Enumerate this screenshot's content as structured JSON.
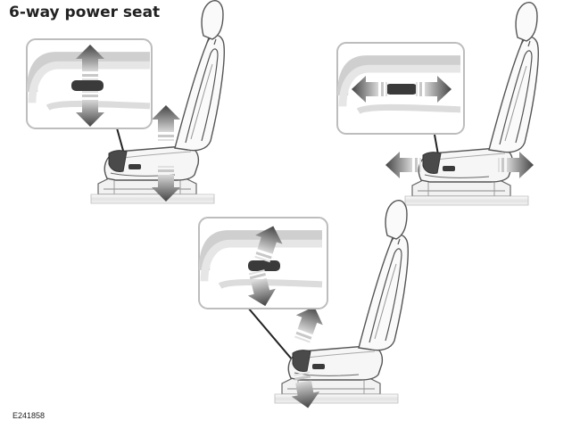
{
  "page": {
    "title": "6-way power seat",
    "figure_code": "E241858"
  },
  "panels": [
    {
      "name": "seat-height-adjust",
      "motion": "up-down"
    },
    {
      "name": "seat-fore-aft-adjust",
      "motion": "forward-backward"
    },
    {
      "name": "seat-tilt-adjust",
      "motion": "tilt"
    }
  ],
  "colors": {
    "outline": "#555555",
    "arrow_dark": "#444444",
    "callout_border": "#bdbdbd",
    "shade": "#d9d9d9",
    "switch_dark": "#3a3a3a"
  },
  "icons": [
    "up-arrow-icon",
    "down-arrow-icon",
    "left-arrow-icon",
    "right-arrow-icon",
    "seat-switch-icon",
    "car-seat-icon"
  ]
}
